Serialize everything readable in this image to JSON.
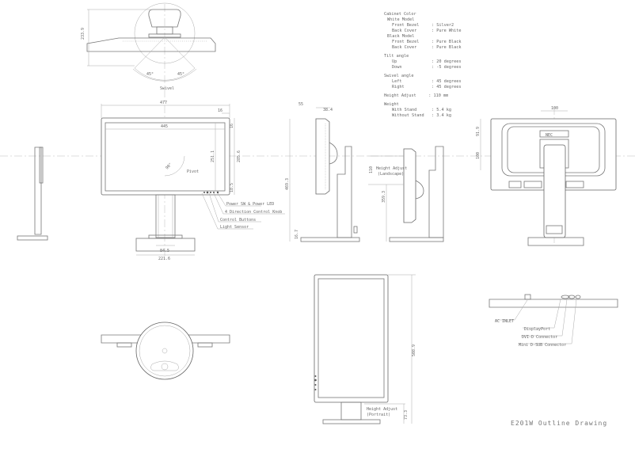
{
  "title": "E201W Outline Drawing",
  "specs": {
    "cabinet_color": "Cabinet Color",
    "white_model": "White Model",
    "white_front_bezel": "Front Bezel     : Silver2",
    "white_back_cover": "Back Cover      : Pure White",
    "black_model": "Black Model",
    "black_front_bezel": "Front Bezel     : Pure Black",
    "black_back_cover": "Back Cover      : Pure Black",
    "tilt_angle": "Tilt angle",
    "tilt_up": "Up              : 20 degrees",
    "tilt_down": "Down            : -5 degrees",
    "swivel_angle": "Swivel angle",
    "swivel_left": "Left            : 45 degrees",
    "swivel_right": "Right           : 45 degrees",
    "height_adjust": "Height Adjust     : 110 mm",
    "weight": "Weight",
    "weight_with_stand": "With Stand      : 5.4 kg",
    "weight_without_stand": "Without Stand   : 3.4 kg"
  },
  "top_view": {
    "depth": "233.9",
    "angle_left": "45°",
    "angle_right": "45°",
    "label": "Swivel"
  },
  "front_view": {
    "width_outer": "477",
    "bezel_side": "16",
    "width_screen": "445",
    "screen_height": "251.1",
    "bezel_top": "16",
    "outer_height": "285.6",
    "bezel_bottom": "18.5",
    "pivot_angle": "90°",
    "pivot_label": "Pivot",
    "neck_width": "84.5",
    "base_width": "221.6",
    "callouts": [
      "Power SW & Power LED",
      "4 Direction Control Knob",
      "Control Buttons",
      "Light Sensor"
    ]
  },
  "side_view": {
    "depth_total": "55",
    "depth_panel": "38.4",
    "height_max": "469.3",
    "base_height": "16.7"
  },
  "side_view_low": {
    "adjust": "110",
    "adjust_label_1": "Height Adjust",
    "adjust_label_2": "(Landscape)",
    "height_min": "359.3"
  },
  "back_view": {
    "vesa_h": "100",
    "vesa_v": "100",
    "vesa_top": "91.9",
    "logo": "NEC"
  },
  "portrait_view": {
    "height": "508.9",
    "adjust": "73.3",
    "adjust_label_1": "Height Adjust",
    "adjust_label_2": "(Portrait)"
  },
  "connectors": [
    "AC INLET",
    "DisplayPort",
    "DVI-D Connector",
    "Mini D-SUB Connector"
  ]
}
